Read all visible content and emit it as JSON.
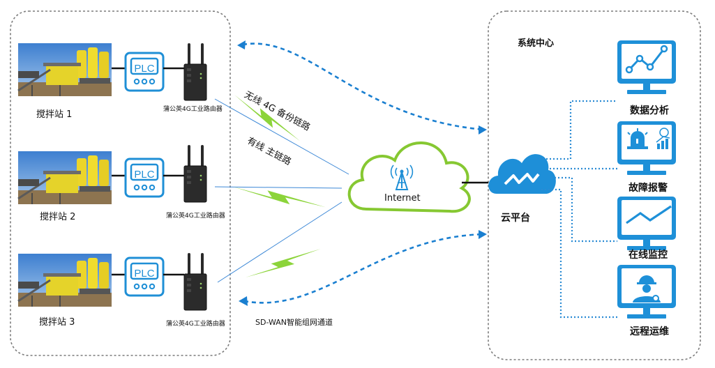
{
  "stations": [
    {
      "label": "搅拌站 1",
      "router_label": "蒲公英4G工业路由器",
      "plc_text": "PLC"
    },
    {
      "label": "搅拌站 2",
      "router_label": "蒲公英4G工业路由器",
      "plc_text": "PLC"
    },
    {
      "label": "搅拌站 3",
      "router_label": "蒲公英4G工业路由器",
      "plc_text": "PLC"
    }
  ],
  "links": {
    "wireless_backup": "无线 4G 备份链路",
    "wired_main": "有线 主链路",
    "sdwan": "SD-WAN智能组网通道"
  },
  "cloud": {
    "label": "Internet"
  },
  "center": {
    "title": "系统中心",
    "platform_label": "云平台",
    "services": [
      {
        "label": "数据分析",
        "icon": "line-chart-icon"
      },
      {
        "label": "故障报警",
        "icon": "alarm-icon"
      },
      {
        "label": "在线监控",
        "icon": "monitor-trend-icon"
      },
      {
        "label": "远程运维",
        "icon": "engineer-icon"
      }
    ]
  },
  "colors": {
    "accent_blue": "#1f8fd6",
    "bolt_green": "#8cd43a",
    "cloud_green": "#86c832",
    "dash_blue": "#1a7fd0",
    "border_gray": "#7b7b7b"
  }
}
